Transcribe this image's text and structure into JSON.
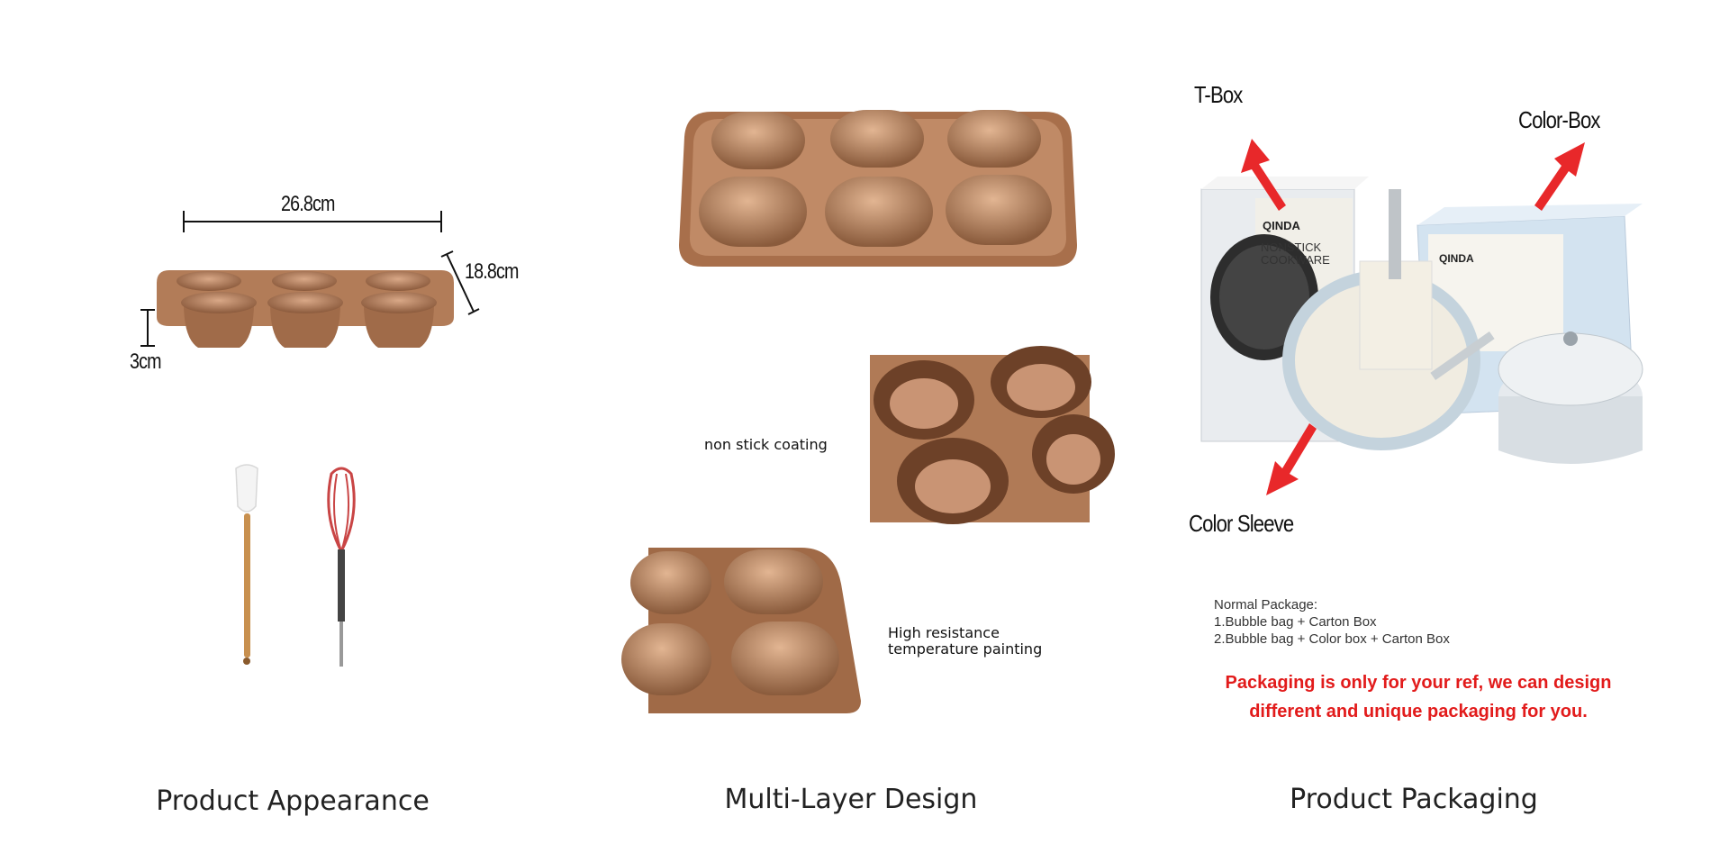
{
  "sections": {
    "appearance": {
      "caption": "Product Appearance"
    },
    "design": {
      "caption": "Multi-Layer Design"
    },
    "packaging": {
      "caption": "Product Packaging"
    }
  },
  "appearance": {
    "width_label": "26.8cm",
    "depth_label": "18.8cm",
    "height_label": "3cm"
  },
  "design": {
    "coating_label": "non stick coating",
    "painting_label_line1": "High resistance",
    "painting_label_line2": "temperature painting"
  },
  "packaging": {
    "tbox_label": "T-Box",
    "colorbox_label": "Color-Box",
    "sleeve_label": "Color Sleeve",
    "brand_name": "QINDA",
    "box_text_line1": "NONSTICK",
    "box_text_line2": "COOKWARE",
    "normal_title": "Normal Package:",
    "normal_item1": "1.Bubble bag + Carton Box",
    "normal_item2": "2.Bubble bag + Color box + Carton Box",
    "note_line1": "Packaging is only for your ref, we can design",
    "note_line2": "different and unique packaging for you."
  },
  "colors": {
    "bronze": "#b8835f",
    "bronze_dark": "#8a5a3c",
    "accent_red": "#e21b1b",
    "arrow_red": "#e8282a"
  }
}
